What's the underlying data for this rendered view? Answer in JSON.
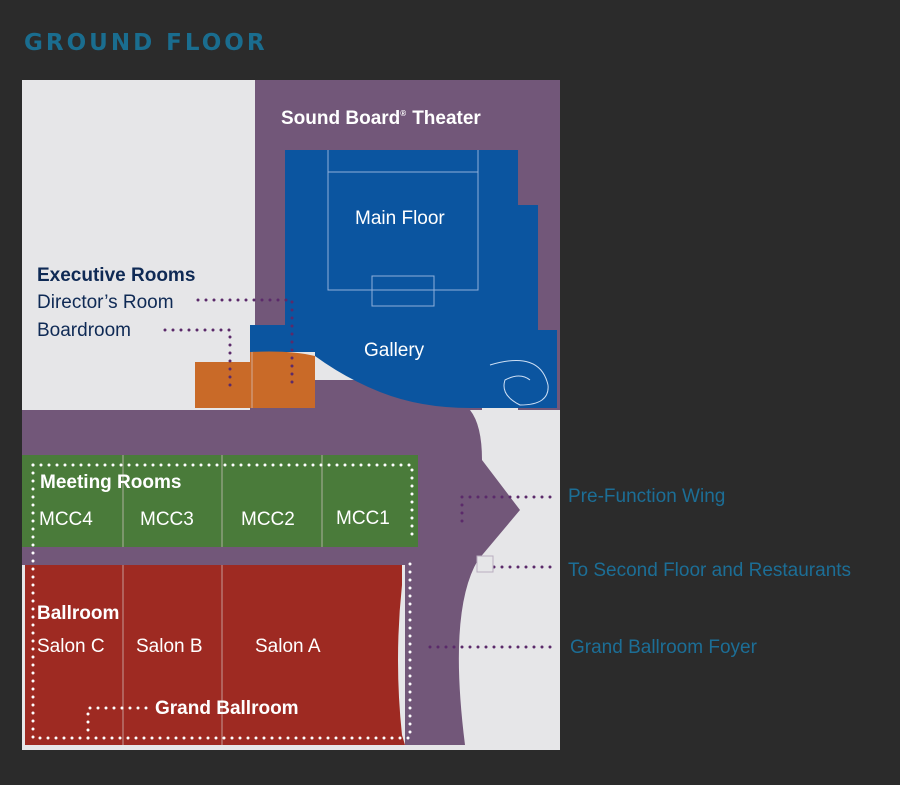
{
  "title": "GROUND FLOOR",
  "colors": {
    "background": "#2b2b2b",
    "plan_base": "#e6e6e8",
    "circulation": "#725779",
    "theater": "#0b55a0",
    "executive": "#c96a28",
    "meeting": "#4a7b3a",
    "ballroom": "#9e2a22",
    "accent_text": "#1c6e96"
  },
  "areas": {
    "theater": {
      "name": "Sound Board",
      "mark": "®",
      "suffix": "Theater"
    },
    "main_floor": "Main Floor",
    "gallery": "Gallery",
    "executive": {
      "heading": "Executive Rooms",
      "rooms": [
        "Director’s Room",
        "Boardroom"
      ]
    },
    "meeting": {
      "heading": "Meeting Rooms",
      "rooms": [
        "MCC4",
        "MCC3",
        "MCC2",
        "MCC1"
      ]
    },
    "ballroom": {
      "heading": "Ballroom",
      "rooms": [
        "Salon C",
        "Salon B",
        "Salon A"
      ],
      "combined": "Grand Ballroom"
    }
  },
  "callouts": [
    "Pre-Function Wing",
    "To Second Floor and Restaurants",
    "Grand Ballroom Foyer"
  ]
}
